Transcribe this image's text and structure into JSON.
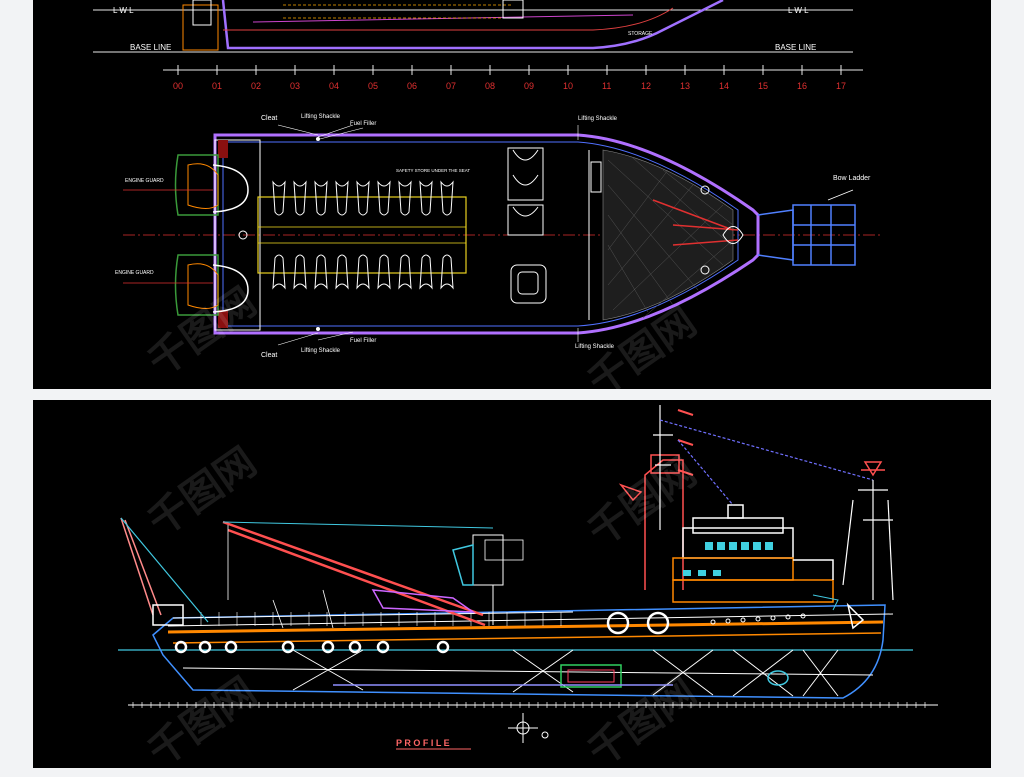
{
  "top": {
    "labels": {
      "lwl_left": "L W L",
      "lwl_right": "L W L",
      "baseline_left": "BASE LINE",
      "baseline_right": "BASE LINE",
      "storage": "STORAGE",
      "engine_guard_top": "ENGINE GUARD",
      "engine_guard_bottom": "ENGINE GUARD",
      "cleat_top": "Cleat",
      "cleat_bottom": "Cleat",
      "lifting_shackle_top": "Lifting Shackle",
      "lifting_shackle_bottom": "Lifting Shackle",
      "fuel_filler_top": "Fuel Filler",
      "fuel_filler_bottom": "Fuel Filler",
      "lifting_shackle_bow_top": "Lifting Shackle",
      "lifting_shackle_bow_bottom": "Lifting Shackle",
      "safety_store": "SAFETY STORE UNDER THE SEAT",
      "bow_ladder": "Bow Ladder"
    },
    "frames": [
      "00",
      "01",
      "02",
      "03",
      "04",
      "05",
      "06",
      "07",
      "08",
      "09",
      "10",
      "11",
      "12",
      "13",
      "14",
      "15",
      "16",
      "17"
    ]
  },
  "bottom": {
    "labels": {
      "profile": "P R O F I L E"
    }
  },
  "watermark": "千图网"
}
